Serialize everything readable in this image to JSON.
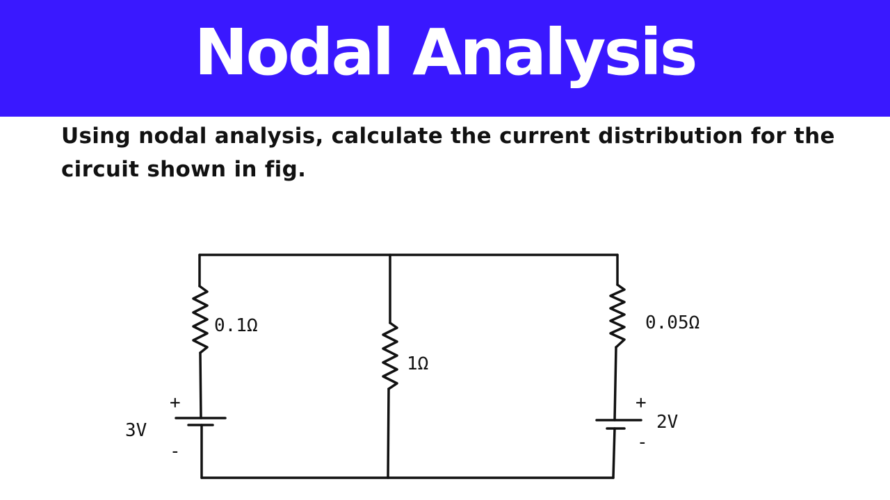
{
  "header": {
    "title": "Nodal Analysis",
    "background": "#3a18ff"
  },
  "question": "Using nodal analysis, calculate the current distribution for the circuit shown in fig.",
  "circuit": {
    "left_resistor": "0.1Ω",
    "middle_resistor": "1Ω",
    "right_resistor": "0.05Ω",
    "left_source": "3V",
    "right_source": "2V",
    "plus": "+",
    "minus": "-"
  }
}
